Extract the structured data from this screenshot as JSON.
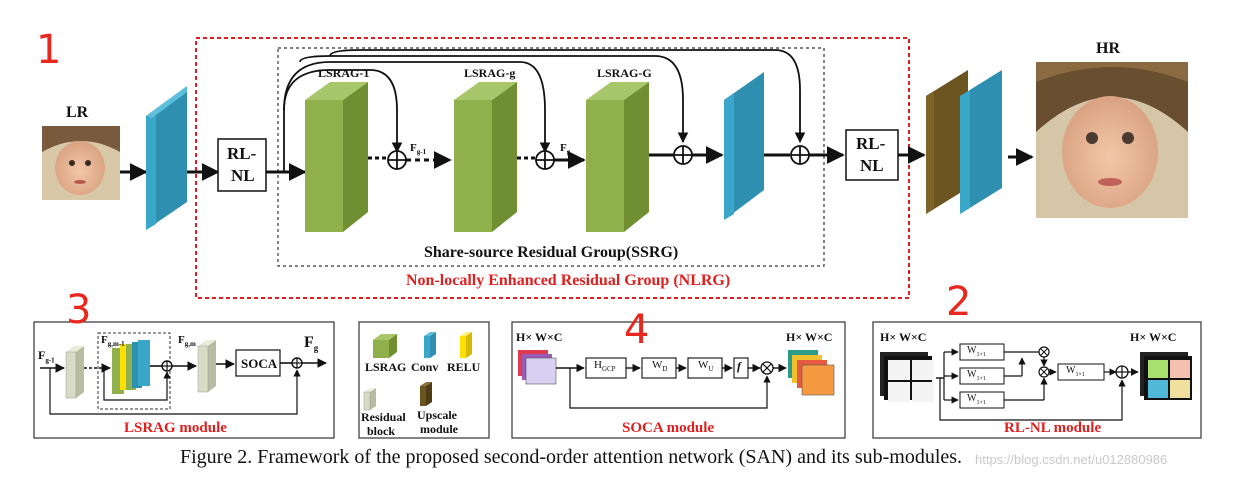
{
  "numbers": {
    "n1": "1",
    "n2": "2",
    "n3": "3",
    "n4": "4"
  },
  "main": {
    "lr": "LR",
    "hr": "HR",
    "rlnl_left_1": "RL-",
    "rlnl_left_2": "NL",
    "rlnl_right_1": "RL-",
    "rlnl_right_2": "NL",
    "lsrag_1": "LSRAG-1",
    "lsrag_g": "LSRAG-g",
    "lsrag_G": "LSRAG-G",
    "fg1": "F",
    "fg1_sub": "g-1",
    "fg": "F",
    "fg_sub": "g",
    "ssrg": "Share-source Residual Group(SSRG)",
    "nlrg": "Non-locally Enhanced  Residual Group (NLRG)"
  },
  "lsrag_module": {
    "fg1": "F",
    "fg1_sub": "g-1",
    "fgm1": "F",
    "fgm1_sub": "g,m-1",
    "fgm": "F",
    "fgm_sub": "g,m",
    "soca": "SOCA",
    "fg": "F",
    "fg_sub": "g",
    "title": "LSRAG module"
  },
  "legend": {
    "lsrag": "LSRAG",
    "conv": "Conv",
    "relu": "RELU",
    "residual_1": "Residual",
    "residual_2": "block",
    "upscale_1": "Upscale",
    "upscale_2": "module"
  },
  "soca_module": {
    "in_dim": "H× W×C",
    "out_dim": "H× W×C",
    "hgcp": "H",
    "hgcp_sub": "GCP",
    "wd": "W",
    "wd_sub": "D",
    "wu": "W",
    "wu_sub": "U",
    "f": "f",
    "title": "SOCA module"
  },
  "rlnl_module": {
    "in_dim": "H× W×C",
    "out_dim": "H× W×C",
    "w1": "W",
    "w1_sub": "1×1",
    "w2": "W",
    "w2_sub": "1×1",
    "w3": "W",
    "w3_sub": "1×1",
    "w4": "W",
    "w4_sub": "1×1",
    "title": "RL-NL module"
  },
  "caption": "Figure 2. Framework of the proposed second-order attention network (SAN) and its sub-modules.",
  "watermark": "https://blog.csdn.net/u012880986",
  "colors": {
    "green": "#8fb04a",
    "blue": "#3aa6c8",
    "brown": "#6b5420",
    "red": "#e02020",
    "yellow": "#ffe000"
  }
}
